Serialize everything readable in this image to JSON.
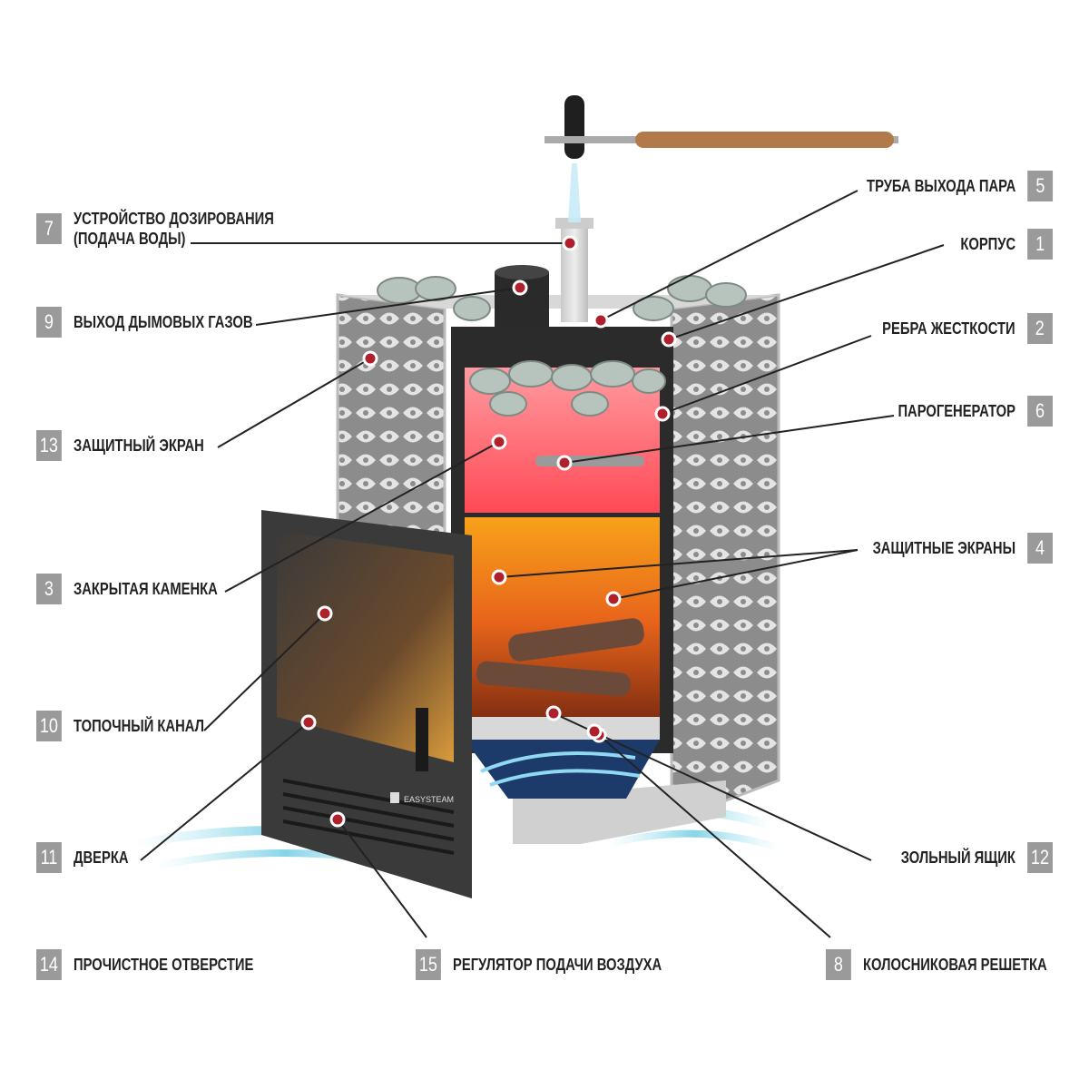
{
  "brand": {
    "logo_text": "EASYSTEAM"
  },
  "colors": {
    "marker": "#b0202a",
    "badge": "#9a9a9a",
    "line": "#222222"
  },
  "callouts": [
    {
      "num": "1",
      "text": "КОРПУС"
    },
    {
      "num": "2",
      "text": "РЕБРА ЖЕСТКОСТИ"
    },
    {
      "num": "3",
      "text": "ЗАКРЫТАЯ КАМЕНКА"
    },
    {
      "num": "4",
      "text": "ЗАЩИТНЫЕ ЭКРАНЫ"
    },
    {
      "num": "5",
      "text": "ТРУБА ВЫХОДА ПАРА"
    },
    {
      "num": "6",
      "text": "ПАРОГЕНЕРАТОР"
    },
    {
      "num": "7",
      "text": "УСТРОЙСТВО ДОЗИРОВАНИЯ",
      "text2": "(ПОДАЧА ВОДЫ)"
    },
    {
      "num": "8",
      "text": "КОЛОСНИКОВАЯ РЕШЕТКА"
    },
    {
      "num": "9",
      "text": "ВЫХОД ДЫМОВЫХ ГАЗОВ"
    },
    {
      "num": "10",
      "text": "ТОПОЧНЫЙ КАНАЛ"
    },
    {
      "num": "11",
      "text": "ДВЕРКА"
    },
    {
      "num": "12",
      "text": "ЗОЛЬНЫЙ ЯЩИК"
    },
    {
      "num": "13",
      "text": "ЗАЩИТНЫЙ ЭКРАН"
    },
    {
      "num": "14",
      "text": "ПРОЧИСТНОЕ ОТВЕРСТИЕ"
    },
    {
      "num": "15",
      "text": "РЕГУЛЯТОР ПОДАЧИ ВОЗДУХА"
    }
  ]
}
